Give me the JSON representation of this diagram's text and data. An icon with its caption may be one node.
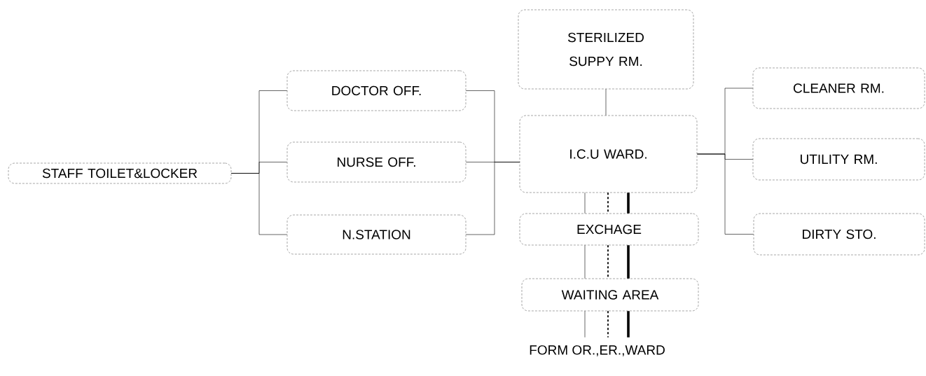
{
  "diagram": {
    "nodes": [
      {
        "text": [
          "STAFF TOILET&LOCKER"
        ]
      },
      {
        "text": [
          "DOCTOR OFF."
        ]
      },
      {
        "text": [
          "NURSE OFF."
        ]
      },
      {
        "text": [
          "N.STATION"
        ]
      },
      {
        "text": [
          "STERILIZED SUPPY RM."
        ]
      },
      {
        "text": [
          "I.C.U WARD."
        ]
      },
      {
        "text": [
          "EXCHAGE"
        ]
      },
      {
        "text": [
          "WAITING AREA"
        ]
      },
      {
        "text": [
          "CLEANER RM."
        ]
      },
      {
        "text": [
          "UTILITY RM."
        ]
      },
      {
        "text": [
          "DIRTY STO."
        ]
      },
      {
        "text": [
          "FORM OR.,ER.,WARD"
        ]
      }
    ],
    "edges": [
      {
        "from": 0,
        "to": 1,
        "arrow": "none"
      },
      {
        "from": 0,
        "to": 2,
        "arrow": "none"
      },
      {
        "from": 0,
        "to": 3,
        "arrow": "none"
      },
      {
        "from": 1,
        "to": 5,
        "arrow": "none"
      },
      {
        "from": 2,
        "to": 5,
        "arrow": "none"
      },
      {
        "from": 3,
        "to": 5,
        "arrow": "none"
      },
      {
        "from": 4,
        "to": 5,
        "arrow": "none"
      },
      {
        "from": 5,
        "to": 8,
        "arrow": "none"
      },
      {
        "from": 5,
        "to": 9,
        "arrow": "none"
      },
      {
        "from": 5,
        "to": 10,
        "arrow": "none"
      },
      {
        "from": 5,
        "to": 6,
        "arrow": "none"
      },
      {
        "from": 5,
        "to": 6,
        "arrow": "none",
        "style": "dashed"
      },
      {
        "from": 5,
        "to": 6,
        "arrow": "none",
        "style": "thick"
      },
      {
        "from": 6,
        "to": 7,
        "arrow": "none"
      },
      {
        "from": 6,
        "to": 7,
        "arrow": "none",
        "style": "dashed"
      },
      {
        "from": 6,
        "to": 7,
        "arrow": "none",
        "style": "thick"
      },
      {
        "from": 7,
        "to": 11,
        "arrow": "none"
      },
      {
        "from": 7,
        "to": 11,
        "arrow": "none",
        "style": "dashed"
      },
      {
        "from": 7,
        "to": 11,
        "arrow": "none",
        "style": "thick"
      }
    ]
  }
}
